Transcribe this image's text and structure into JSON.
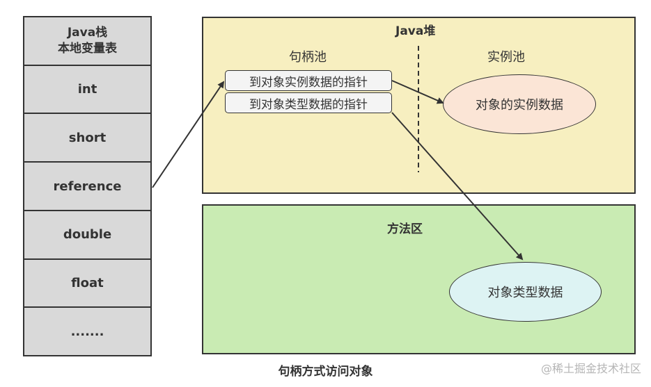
{
  "stack": {
    "title_line1": "Java栈",
    "title_line2": "本地变量表",
    "cells": [
      "int",
      "short",
      "reference",
      "double",
      "float",
      "......."
    ]
  },
  "heap": {
    "title": "Java堆",
    "handle_pool_label": "句柄池",
    "instance_pool_label": "实例池",
    "pointer_to_instance": "到对象实例数据的指针",
    "pointer_to_type": "到对象类型数据的指针",
    "instance_data": "对象的实例数据"
  },
  "method_area": {
    "title": "方法区",
    "type_data": "对象类型数据"
  },
  "caption": "句柄方式访问对象",
  "watermark": "@稀土掘金技术社区",
  "colors": {
    "stack_fill": "#d9d9d9",
    "heap_fill": "#f7efc0",
    "method_area_fill": "#c9ebb3",
    "instance_ellipse_fill": "#fbe5d6",
    "type_ellipse_fill": "#ddf3f3",
    "outline": "#333333"
  }
}
